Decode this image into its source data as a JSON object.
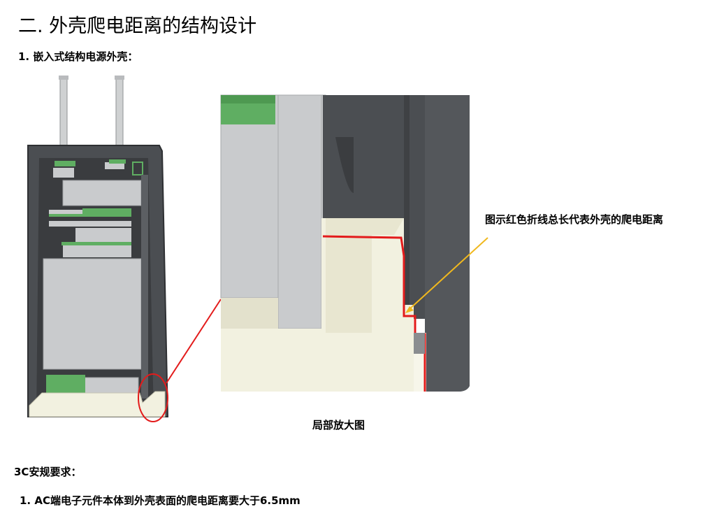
{
  "title": "二. 外壳爬电距离的结构设计",
  "subtitle": "1. 嵌入式结构电源外壳：",
  "figure": {
    "caption": "局部放大图",
    "annotation": "图示红色折线总长代表外壳的爬电距离",
    "colors": {
      "shell": "#4b4e52",
      "shell_edge": "#2e3033",
      "component": "#c9cbcd",
      "pcb": "#5fae62",
      "base": "#f2f1e0",
      "creepage_path": "#e31b1b",
      "arrow": "#f0b81e",
      "pins": "#cfd1d2"
    }
  },
  "requirements": {
    "heading": "3C安规要求：",
    "items": [
      "1.  AC端电子元件本体到外壳表面的爬电距离要大于6.5mm"
    ]
  }
}
